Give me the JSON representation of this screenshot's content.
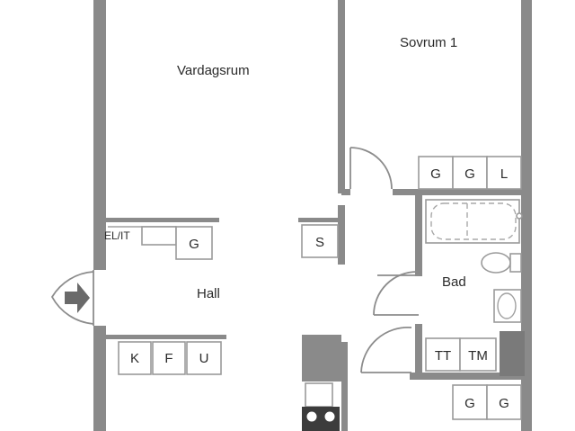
{
  "rooms": {
    "living": "Vardagsrum",
    "bedroom": "Sovrum 1",
    "hall": "Hall",
    "bath": "Bad"
  },
  "labels": {
    "el_it": "EL/IT",
    "hall_wardrobe": "G",
    "bedroom_wardrobe_1": "G",
    "bedroom_wardrobe_2": "G",
    "bedroom_linen": "L",
    "storage": "S",
    "cab_k": "K",
    "cab_f": "F",
    "cab_u": "U",
    "tt": "TT",
    "tm": "TM",
    "bottom_wardrobe_1": "G",
    "bottom_wardrobe_2": "G"
  },
  "colors": {
    "wall": "#8a8a8a",
    "fixture_outline": "#9a9a9a",
    "stove": "#3c3c3c"
  },
  "icons": {
    "entrance": "entrance-arrow-icon"
  }
}
